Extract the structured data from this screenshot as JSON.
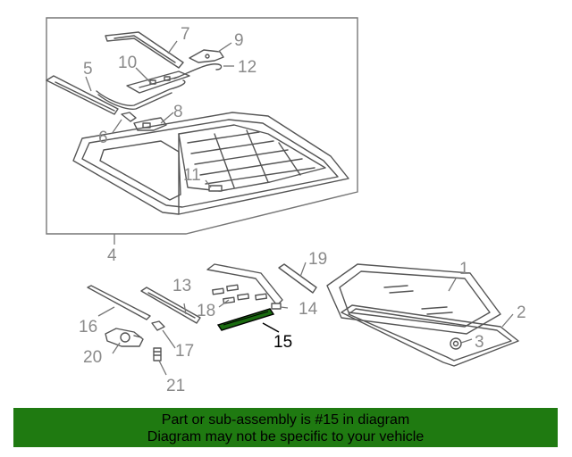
{
  "diagram": {
    "callouts": [
      "1",
      "2",
      "3",
      "4",
      "5",
      "6",
      "7",
      "8",
      "9",
      "10",
      "11",
      "12",
      "13",
      "14",
      "15",
      "16",
      "17",
      "18",
      "19",
      "20",
      "21"
    ],
    "highlighted": "15",
    "highlight_color": "#1a6b10"
  },
  "banner": {
    "line1": "Part or sub-assembly is #15 in diagram",
    "line2": "Diagram may not be specific to your vehicle",
    "background": "#1f7a11"
  }
}
